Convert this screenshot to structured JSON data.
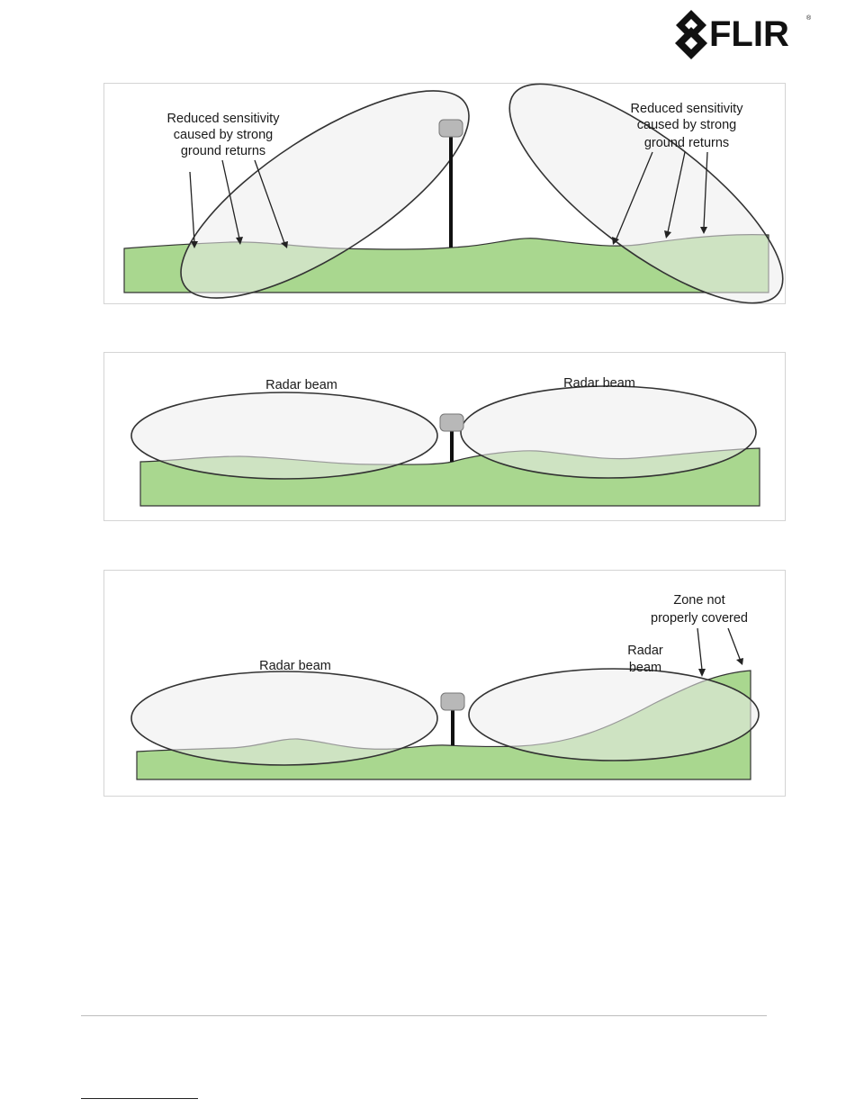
{
  "logo": {
    "text": "FLIR",
    "registered": "®"
  },
  "diagram1": {
    "left_annotation": [
      "Reduced sensitivity",
      "caused by strong",
      "ground returns"
    ],
    "right_annotation": [
      "Reduced sensitivity",
      "caused by strong",
      "ground returns"
    ]
  },
  "diagram2": {
    "left_beam_label": "Radar beam",
    "right_beam_label": "Radar beam"
  },
  "diagram3": {
    "left_beam_label": "Radar beam",
    "right_beam_label": [
      "Radar",
      "beam"
    ],
    "zone_annotation": [
      "Zone not",
      "properly covered"
    ]
  },
  "colors": {
    "ground": "#a9d78f",
    "beam_outline": "#333333"
  }
}
